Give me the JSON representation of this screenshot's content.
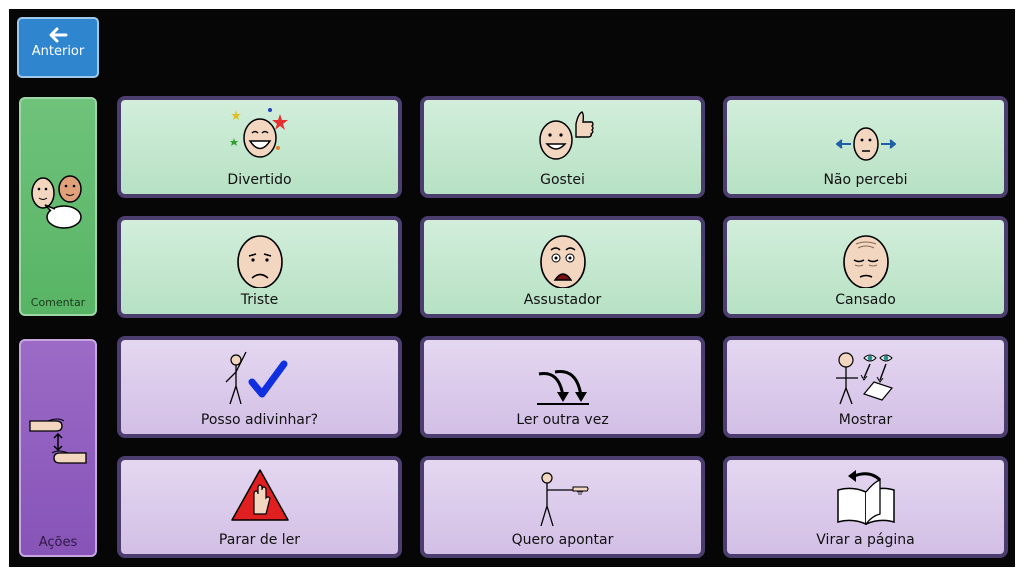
{
  "nav": {
    "back_label": "Anterior",
    "back_icon": "arrow-left-icon"
  },
  "sidebar": [
    {
      "label": "Comentar",
      "color": "#5cb669",
      "icon": "two-faces-speech-icon"
    },
    {
      "label": "Ações",
      "color": "#8c59bb",
      "icon": "hand-exchange-icon"
    }
  ],
  "grid": {
    "rows": [
      [
        {
          "label": "Divertido",
          "icon": "laughing-face-icon"
        },
        {
          "label": "Gostei",
          "icon": "thumbs-up-face-icon"
        },
        {
          "label": "Não percebi",
          "icon": "confused-face-icon"
        }
      ],
      [
        {
          "label": "Triste",
          "icon": "sad-face-icon"
        },
        {
          "label": "Assustador",
          "icon": "scared-face-icon"
        },
        {
          "label": "Cansado",
          "icon": "tired-face-icon"
        }
      ],
      [
        {
          "label": "Posso adivinhar?",
          "icon": "guess-checkmark-icon"
        },
        {
          "label": "Ler outra vez",
          "icon": "repeat-arrows-icon"
        },
        {
          "label": "Mostrar",
          "icon": "show-person-icon"
        }
      ],
      [
        {
          "label": "Parar de ler",
          "icon": "stop-hand-icon"
        },
        {
          "label": "Quero apontar",
          "icon": "pointing-person-icon"
        },
        {
          "label": "Virar a página",
          "icon": "turn-page-icon"
        }
      ]
    ]
  },
  "colors": {
    "background": "#060606",
    "comment_green": "#b7e1c4",
    "action_purple": "#d3bfe6",
    "card_border": "#4b3d6e",
    "back_blue": "#2f86cf"
  }
}
